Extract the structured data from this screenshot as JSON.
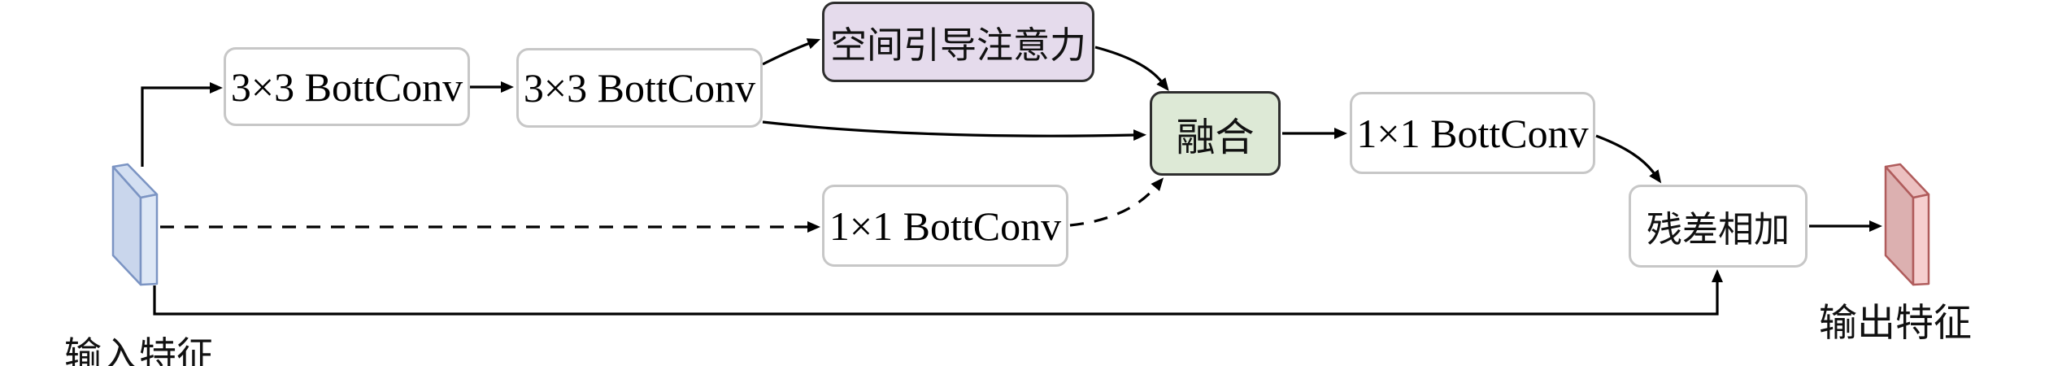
{
  "diagram": {
    "nodes": {
      "conv3a": {
        "label": "3×3 BottConv"
      },
      "conv3b": {
        "label": "3×3 BottConv"
      },
      "attention": {
        "label": "空间引导注意力",
        "fill": "#e5dbec"
      },
      "fusion": {
        "label": "融合",
        "fill": "#dde9d6"
      },
      "conv1a": {
        "label": "1×1 BottConv"
      },
      "conv1b": {
        "label": "1×1 BottConv"
      },
      "residual_add": {
        "label": "残差相加"
      }
    },
    "captions": {
      "input": "输入特征",
      "output": "输出特征"
    },
    "colors": {
      "input_tensor_face": "#c9d6ec",
      "input_tensor_side": "#dde7f6",
      "input_tensor_top": "#d3dff2",
      "input_tensor_border": "#7b94c3",
      "output_tensor_face": "#dcb0b0",
      "output_tensor_side": "#f6cfcf",
      "output_tensor_top": "#ecc0c0",
      "output_tensor_border": "#b05c5c",
      "plain_box_border": "#c7c7c7",
      "emphasis_box_border": "#2e2e2e",
      "wire": "#000000"
    }
  }
}
